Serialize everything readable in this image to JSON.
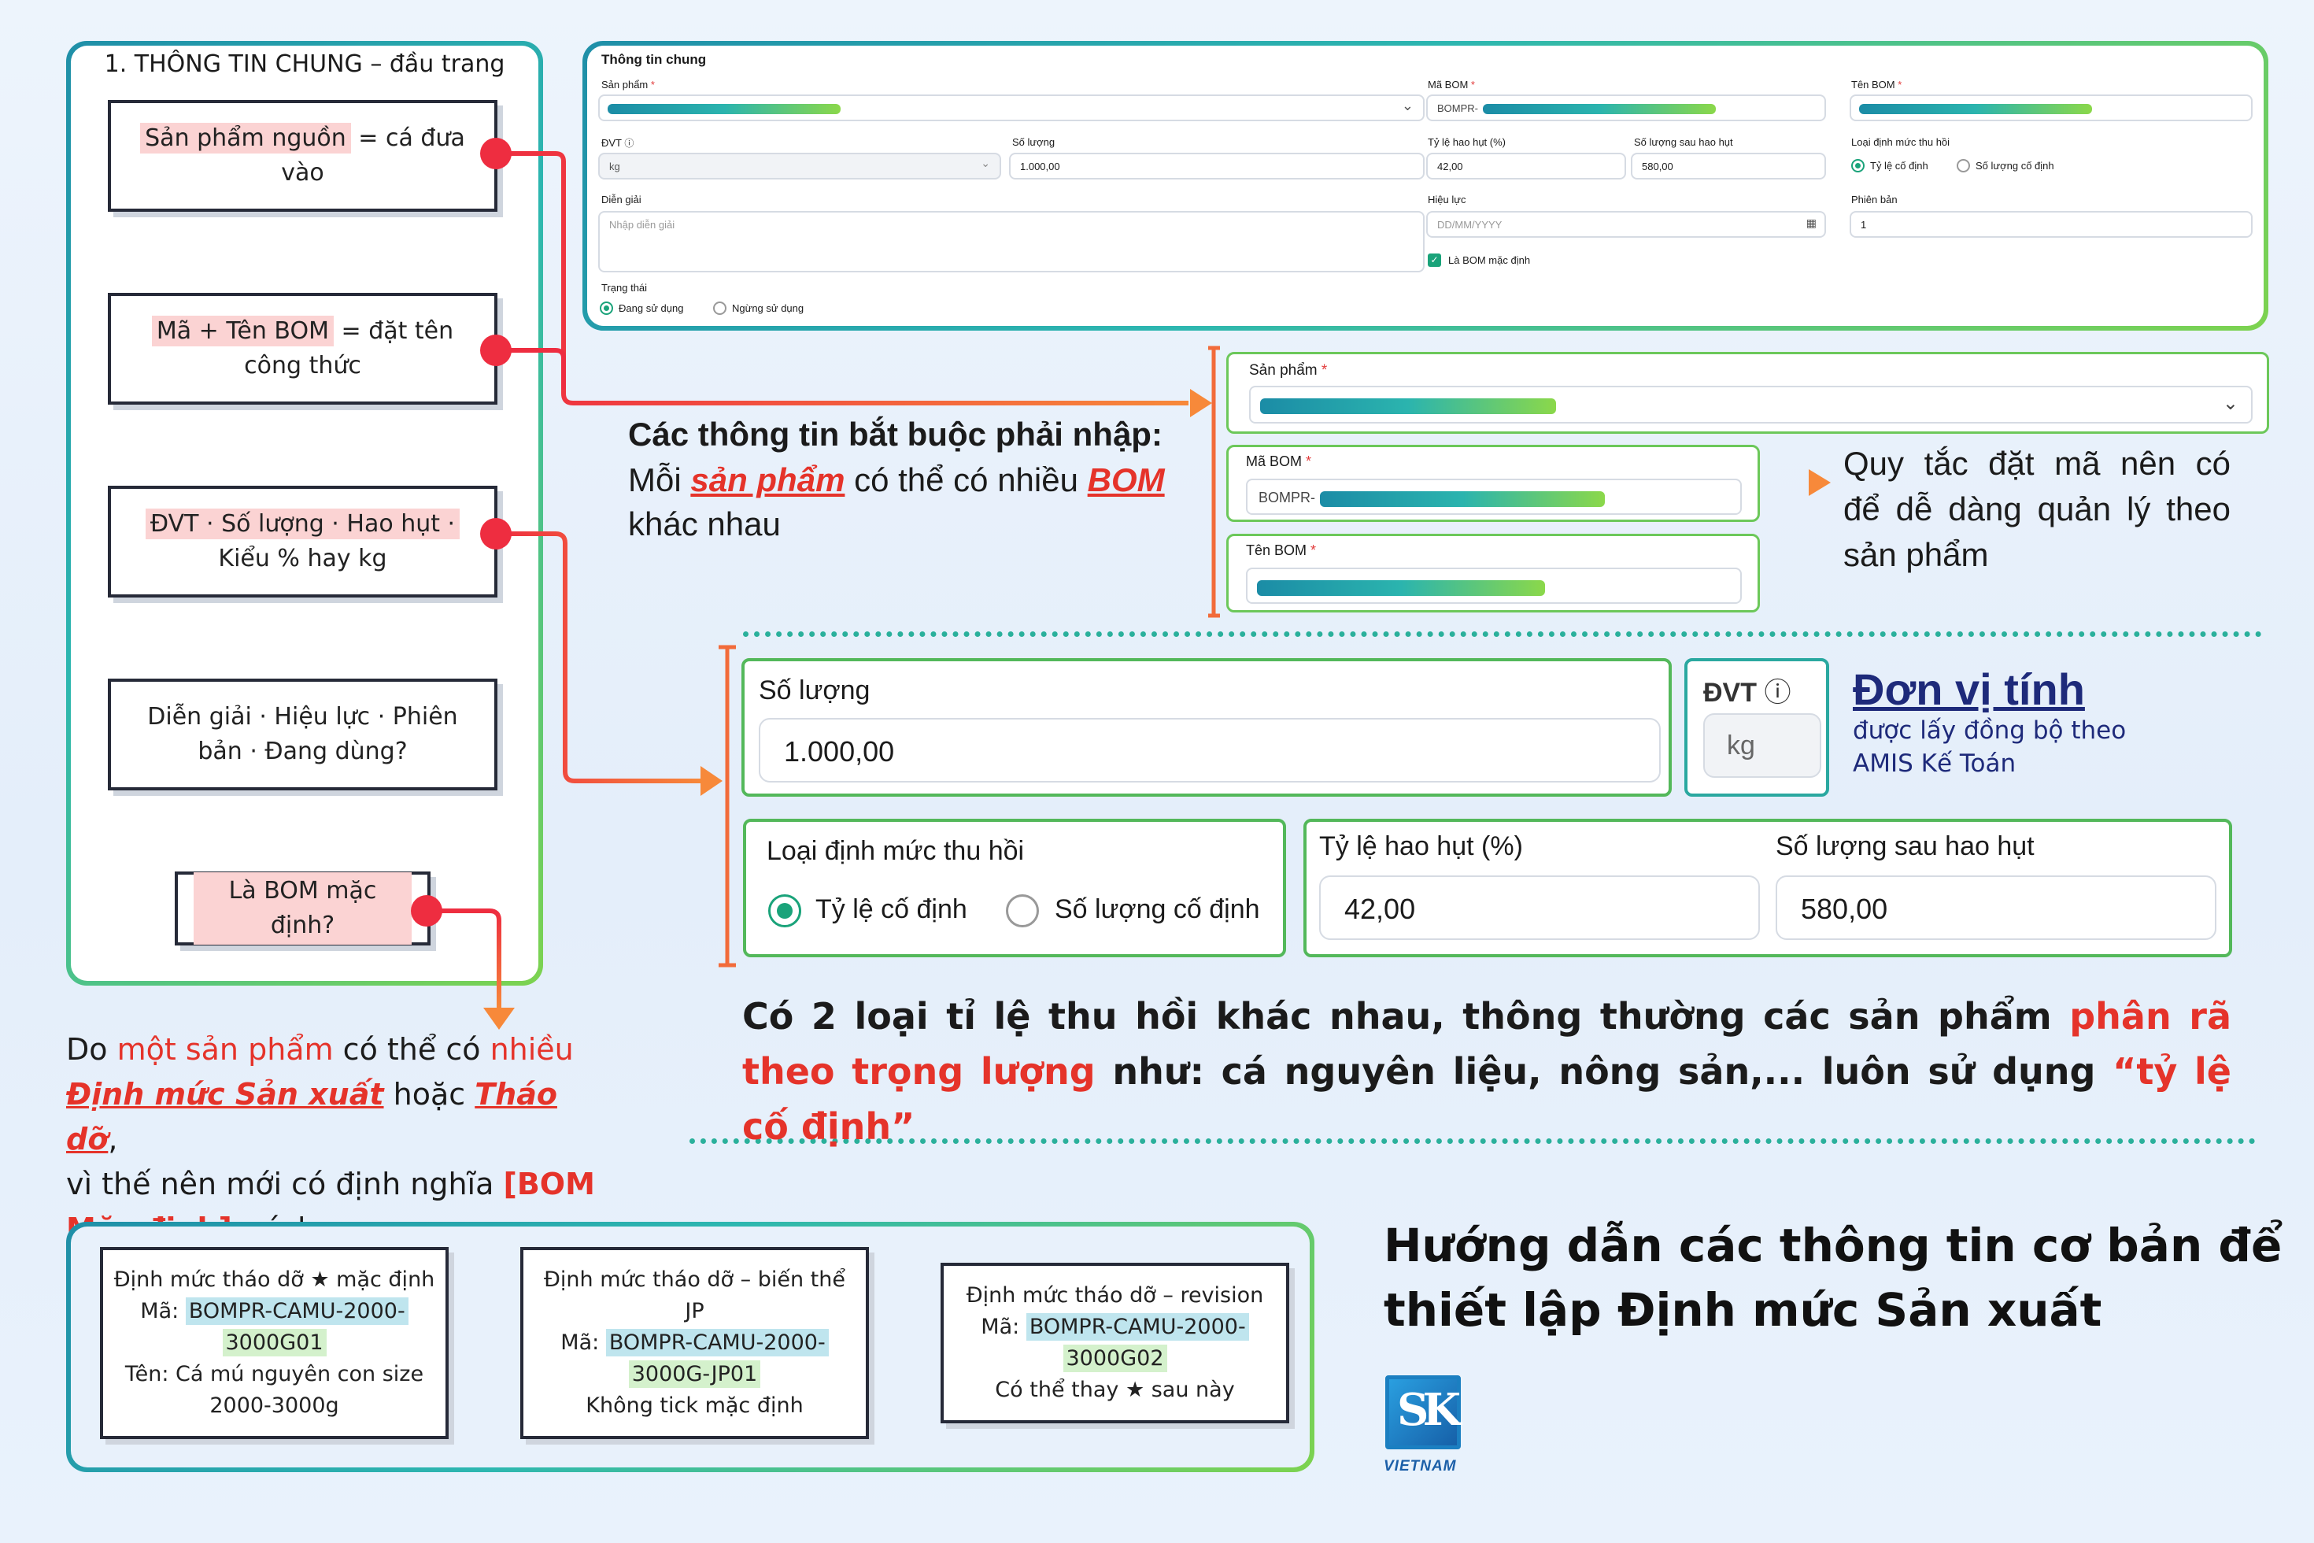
{
  "section1_title": "1. THÔNG TIN CHUNG – đầu trang",
  "cards": {
    "c1_hl": "Sản phẩm nguồn",
    "c1_rest": " = cá đưa",
    "c1_line2": "vào",
    "c2_hl": "Mã + Tên BOM",
    "c2_rest": " = đặt tên",
    "c2_line2": "công thức",
    "c3_hl": "ĐVT · Số lượng · Hao hụt ·",
    "c3_line2": "Kiểu % hay kg",
    "c4_line1": "Diễn giải · Hiệu lực · Phiên",
    "c4_line2": "bản · Đang dùng?",
    "c5_hl": "Là BOM mặc định?"
  },
  "form": {
    "title": "Thông tin chung",
    "san_pham": "Sản phẩm",
    "ma_bom": "Mã BOM",
    "ma_bom_prefix": "BOMPR-",
    "ten_bom": "Tên BOM",
    "dvt": "ĐVT",
    "dvt_value": "kg",
    "so_luong": "Số lượng",
    "so_luong_value": "1.000,00",
    "ty_le_hao_hut": "Tỷ lệ hao hụt (%)",
    "ty_le_value": "42,00",
    "so_luong_sau": "Số lượng sau hao hụt",
    "so_luong_sau_value": "580,00",
    "loai_dinh_muc": "Loại định mức thu hồi",
    "opt_ty_le": "Tỷ lệ cố định",
    "opt_so_luong": "Số lượng cố định",
    "dien_giai": "Diễn giải",
    "dien_giai_placeholder": "Nhập diễn giải",
    "hieu_luc": "Hiệu lực",
    "hieu_luc_placeholder": "DD/MM/YYYY",
    "phien_ban": "Phiên bản",
    "phien_ban_value": "1",
    "la_bom_mac_dinh": "Là BOM mặc định",
    "trang_thai": "Trạng thái",
    "opt_dang_su_dung": "Đang sử dụng",
    "opt_ngung_su_dung": "Ngừng sử dụng",
    "required_mark": "*"
  },
  "mandatory": {
    "heading": "Các thông tin bắt buộc phải nhập:",
    "t1": "Mỗi ",
    "t2": "sản phẩm",
    "t3": " có thể có nhiều ",
    "t4": "BOM",
    "t5": "khác nhau"
  },
  "naming_rule": {
    "line1": "Quy tắc đặt mã nên có",
    "line2": "để dễ dàng quản lý theo",
    "line3": "sản phẩm"
  },
  "dvt_note": {
    "title": "Đơn vị tính",
    "line1": "được lấy đồng bộ theo",
    "line2": "AMIS Kế Toán"
  },
  "recovery_note": {
    "p1": "Có 2 loại tỉ lệ thu hồi khác nhau, thông thường các sản phẩm ",
    "p2": "phân rã theo",
    "p3": "trọng lượng",
    "p4": " như: cá nguyên liệu, nông sản,... luôn sử dụng ",
    "p5": "“tỷ lệ cố định”"
  },
  "default_note": {
    "t1": "Do ",
    "t2": "một sản phẩm",
    "t3": " có thể có ",
    "t4": "nhiều",
    "t5": "Định mức Sản xuất",
    "t6": " hoặc ",
    "t7": "Tháo dỡ",
    "t8": ",",
    "t9": "vì thế nên mới có định nghĩa ",
    "t10": "[BOM",
    "t11": "Mặc định]",
    "t12": ", ví dụ:"
  },
  "examples": [
    {
      "l1": "Định mức tháo dỡ ★ mặc định",
      "ma": "Mã: ",
      "code1": "BOMPR-CAMU-2000-",
      "code2": "3000G01",
      "l4": "Tên: Cá mú nguyên con size",
      "l5": "2000-3000g"
    },
    {
      "l1": "Định mức tháo dỡ – biến thể",
      "l1b": "JP",
      "ma": "Mã: ",
      "code1": "BOMPR-CAMU-2000-",
      "code2": "3000G-JP01",
      "l4": "Không tick mặc định"
    },
    {
      "l1": "Định mức tháo dỡ – revision",
      "ma": "Mã: ",
      "code1": "BOMPR-CAMU-2000-",
      "code2": "3000G02",
      "l4": "Có thể thay ★ sau này"
    }
  ],
  "main_title": {
    "line1": "Hướng dẫn các thông tin cơ bản để",
    "line2": "thiết lập Định mức Sản xuất"
  },
  "logo": {
    "letters": "SK",
    "sub": "VIETNAM"
  },
  "colors": {
    "accent_red": "#e5332a",
    "teal": "#2bb4ae",
    "green": "#49b84f",
    "navy": "#1e2a7a"
  }
}
